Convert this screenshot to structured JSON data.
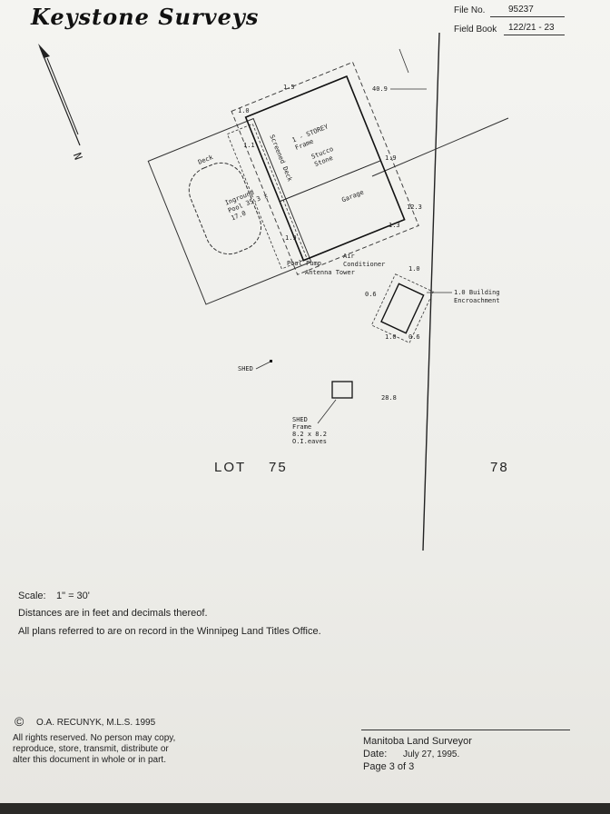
{
  "header": {
    "company": "Keystone Surveys",
    "file_no_label": "File No.",
    "file_no_value": "95237",
    "field_book_label": "Field Book",
    "field_book_value": "122/21 - 23"
  },
  "plan": {
    "north_label": "N",
    "dim_top_left": "1.5",
    "dim_top_right": "40.9",
    "dim_1_0": "1.0",
    "dim_1_1": "1.1",
    "dim_1_9_right": "1.9",
    "dim_12_3": "12.3",
    "dim_1_3": "1.3",
    "dim_1_9_bottom": "1.9",
    "dim_1_0_garage": "1.0",
    "dim_0_6_left": "0.6",
    "dim_1_0_bottom": "1.0",
    "dim_0_6_right": "0.6",
    "dim_28_8": "28.8",
    "deck_label": "Deck",
    "pool_label": "Inground Pool 35.3 x 17.0",
    "house_label": "1 - STOREY Frame",
    "stucco_label": "Stucco Stone",
    "garage_label": "Garage",
    "screened_deck_label": "Screened Deck",
    "pool_pump_label": "Pool Pump",
    "antenna_label": "Antenna Tower",
    "air_cond_label": "Air Conditioner",
    "encroachment_label": "1.0 Building Encroachment",
    "shed_small_label": "SHED",
    "shed_detail": [
      "SHED",
      "Frame",
      "8.2 x 8.2",
      "O.I.eaves"
    ],
    "lot_label": "LOT",
    "lot_number": "75",
    "lot_right": "78"
  },
  "notes": {
    "scale_label": "Scale:",
    "scale_value": "1\" = 30'",
    "distances": "Distances are in feet and decimals thereof.",
    "plans": "All plans referred to are on record in the Winnipeg Land Titles Office."
  },
  "footer": {
    "copyright": "O.A. RECUNYK, M.L.S. 1995",
    "rights": [
      "All rights reserved. No person may copy,",
      "reproduce, store, transmit, distribute or",
      "alter this document in whole or in part."
    ],
    "surveyor": "Manitoba Land Surveyor",
    "date_label": "Date:",
    "date_value": "July 27, 1995.",
    "page": "Page 3 of 3"
  }
}
